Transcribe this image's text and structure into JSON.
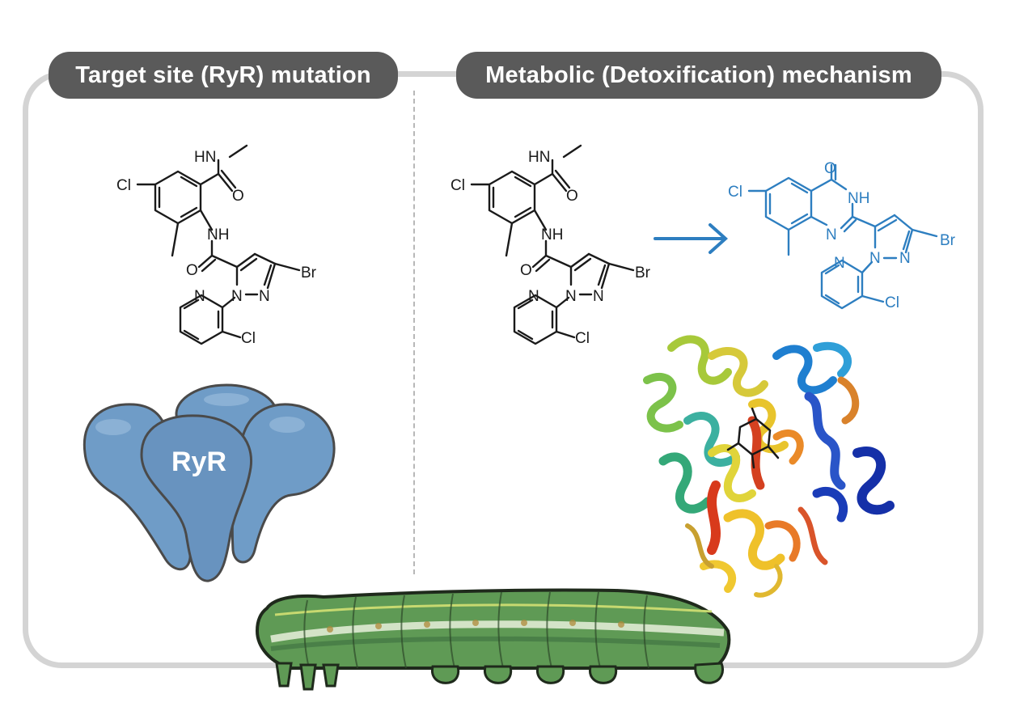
{
  "headers": {
    "left": "Target site (RyR) mutation",
    "right": "Metabolic (Detoxification) mechanism"
  },
  "molecule_labels": {
    "hn": "HN",
    "nh": "NH",
    "o": "O",
    "cl": "Cl",
    "br": "Br",
    "n": "N"
  },
  "product_labels": {
    "o": "O",
    "nh": "NH",
    "cl": "Cl",
    "br": "Br",
    "n": "N"
  },
  "receptor_label": "RyR",
  "colors": {
    "header_bg": "#5a5a5a",
    "frame": "#d4d4d4",
    "ryr_fill": "#6f9cc7",
    "product_blue": "#2d7ec0",
    "caterpillar": "#5f9a55"
  }
}
